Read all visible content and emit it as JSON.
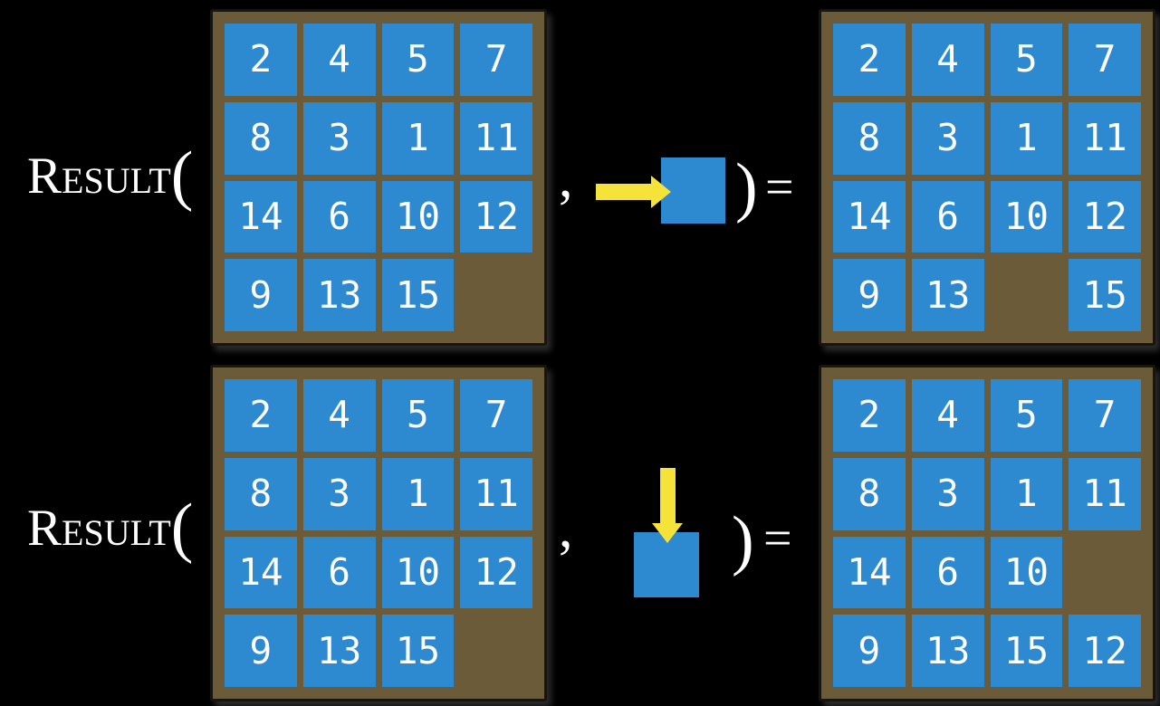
{
  "figure": {
    "background_color": "#000000",
    "board_color": "#6B5B38",
    "tile_color": "#2D8AD0",
    "tile_text_color": "#FFFFFF",
    "arrow_color": "#F5E339",
    "text_color": "#FFFFFF"
  },
  "rows": [
    {
      "function_name": "Result",
      "open_paren": "(",
      "comma": ",",
      "action": "right",
      "action_icon": "arrow-right-icon",
      "close_paren": ")",
      "equals": "=",
      "input_grid": [
        [
          2,
          4,
          5,
          7
        ],
        [
          8,
          3,
          1,
          11
        ],
        [
          14,
          6,
          10,
          12
        ],
        [
          9,
          13,
          15,
          null
        ]
      ],
      "output_grid": [
        [
          2,
          4,
          5,
          7
        ],
        [
          8,
          3,
          1,
          11
        ],
        [
          14,
          6,
          10,
          12
        ],
        [
          9,
          13,
          null,
          15
        ]
      ]
    },
    {
      "function_name": "Result",
      "open_paren": "(",
      "comma": ",",
      "action": "down",
      "action_icon": "arrow-down-icon",
      "close_paren": ")",
      "equals": "=",
      "input_grid": [
        [
          2,
          4,
          5,
          7
        ],
        [
          8,
          3,
          1,
          11
        ],
        [
          14,
          6,
          10,
          12
        ],
        [
          9,
          13,
          15,
          null
        ]
      ],
      "output_grid": [
        [
          2,
          4,
          5,
          7
        ],
        [
          8,
          3,
          1,
          11
        ],
        [
          14,
          6,
          10,
          null
        ],
        [
          9,
          13,
          15,
          12
        ]
      ]
    }
  ]
}
